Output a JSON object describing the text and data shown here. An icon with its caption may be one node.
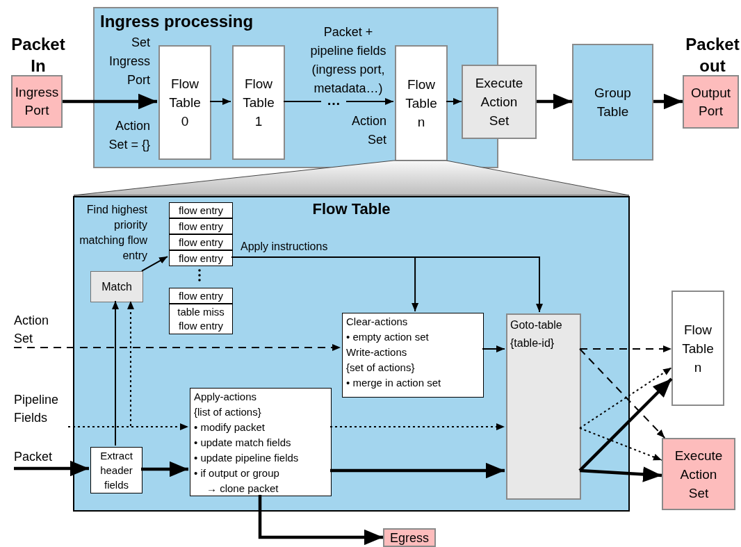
{
  "diagram": {
    "nodes": [
      {
        "text": [
          "Ingress Port"
        ],
        "beside": [
          "Packet In"
        ]
      },
      {
        "text": [
          "Ingress processing"
        ]
      },
      {
        "text": [
          "Flow Table 0"
        ],
        "in": 1
      },
      {
        "text": [
          "Flow Table 1"
        ],
        "in": 1
      },
      {
        "text": [
          "Flow Table n"
        ],
        "in": 1
      },
      {
        "text": [
          "Execute Action Set"
        ]
      },
      {
        "text": [
          "Group Table"
        ]
      },
      {
        "text": [
          "Output Port"
        ],
        "beside": [
          "Packet out"
        ]
      },
      {
        "text": [
          "Flow Table"
        ]
      },
      {
        "text": [
          "Match"
        ],
        "in": 8
      },
      {
        "text": [
          "flow entry"
        ],
        "in": 8
      },
      {
        "text": [
          "flow entry"
        ],
        "in": 8
      },
      {
        "text": [
          "flow entry"
        ],
        "in": 8
      },
      {
        "text": [
          "flow entry"
        ],
        "in": 8
      },
      {
        "text": [
          "flow entry"
        ],
        "in": 8
      },
      {
        "text": [
          "table miss flow entry"
        ],
        "in": 8
      },
      {
        "text": [
          "Clear-actions",
          "• empty action set",
          "Write-actions",
          "{set of actions}",
          "• merge in action set"
        ],
        "in": 8
      },
      {
        "text": [
          "Goto-table",
          "{table-id}"
        ],
        "in": 8
      },
      {
        "text": [
          "Apply-actions",
          "{list of actions}",
          "• modify packet",
          "• update match fields",
          "• update pipeline fields",
          "• if output or group",
          "→ clone packet"
        ],
        "in": 8
      },
      {
        "text": [
          "Extract header fields"
        ],
        "in": 8
      },
      {
        "text": [
          "Action Set"
        ]
      },
      {
        "text": [
          "Pipeline Fields"
        ]
      },
      {
        "text": [
          "Packet"
        ]
      },
      {
        "text": [
          "Flow Table n"
        ]
      },
      {
        "text": [
          "Execute Action Set"
        ]
      },
      {
        "text": [
          "Egress"
        ]
      },
      {
        "text": [],
        "shape": "trapezoid"
      }
    ],
    "edges": [
      {
        "from": 0,
        "to": 2,
        "arrow": "to",
        "style": "thick"
      },
      {
        "from": 2,
        "to": 3,
        "arrow": "to"
      },
      {
        "from": 3,
        "to": 4,
        "arrow": "to",
        "label": "…"
      },
      {
        "from": 4,
        "to": 5,
        "arrow": "to"
      },
      {
        "from": 5,
        "to": 6,
        "arrow": "to",
        "style": "thick"
      },
      {
        "from": 6,
        "to": 7,
        "arrow": "to",
        "style": "thick"
      },
      {
        "from": 9,
        "to": 13,
        "arrow": "to"
      },
      {
        "from": 13,
        "to": 16,
        "arrow": "to",
        "label": "Apply instructions"
      },
      {
        "from": 13,
        "to": 17,
        "arrow": "to"
      },
      {
        "from": 20,
        "to": 16,
        "arrow": "to",
        "style": "dashed"
      },
      {
        "from": 16,
        "to": 17,
        "arrow": "to"
      },
      {
        "from": 21,
        "to": 9,
        "arrow": "to",
        "style": "dashed"
      },
      {
        "from": 21,
        "to": 18,
        "arrow": "to",
        "style": "dashed"
      },
      {
        "from": 18,
        "to": 17,
        "arrow": "to",
        "style": "dashed"
      },
      {
        "from": 22,
        "to": 19,
        "arrow": "to",
        "style": "thick"
      },
      {
        "from": 19,
        "to": 9,
        "arrow": "to"
      },
      {
        "from": 19,
        "to": 18,
        "arrow": "to",
        "style": "thick"
      },
      {
        "from": 18,
        "to": 17,
        "arrow": "to",
        "style": "thick"
      },
      {
        "from": 18,
        "to": 25,
        "arrow": "to",
        "style": "thick"
      },
      {
        "from": 17,
        "to": 23,
        "arrow": "to",
        "style": "dashed"
      },
      {
        "from": 17,
        "to": 24,
        "arrow": "to",
        "style": "dashed"
      },
      {
        "from": 17,
        "to": 23,
        "arrow": "to",
        "style": "dashed"
      },
      {
        "from": 17,
        "to": 24,
        "arrow": "to",
        "style": "dashed"
      },
      {
        "from": 17,
        "to": 23,
        "arrow": "to",
        "style": "thick"
      },
      {
        "from": 17,
        "to": 24,
        "arrow": "to",
        "style": "thick"
      }
    ],
    "labels": [
      "Packet + pipeline fields (ingress port, metadata…)",
      "Set Ingress Port",
      "Action Set = {}",
      "Action Set",
      "Find highest priority matching flow entry"
    ]
  }
}
